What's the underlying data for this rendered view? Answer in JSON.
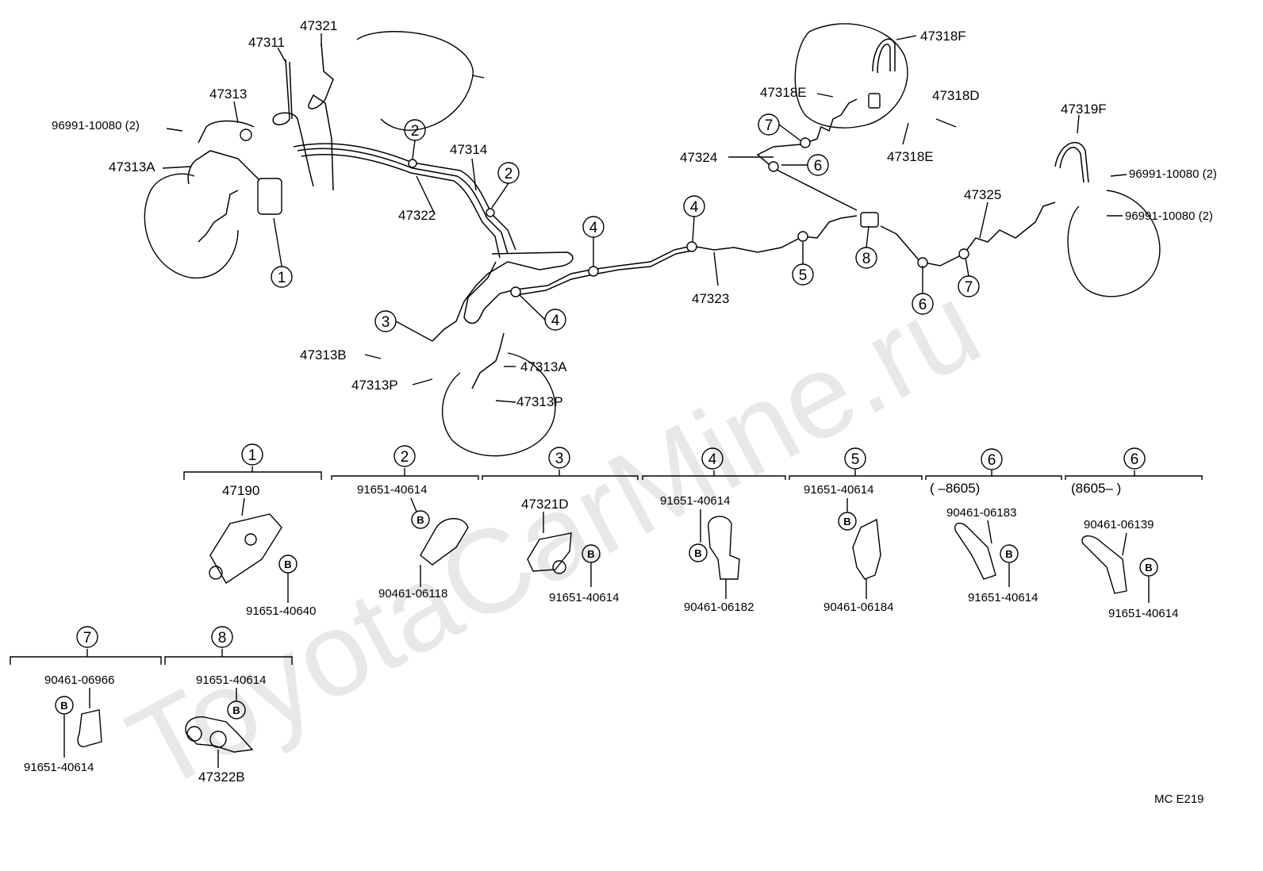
{
  "watermark": "ToyotaCarMine.ru",
  "code": "MC  E219",
  "part_labels": {
    "p47311": "47311",
    "p47321": "47321",
    "p47313": "47313",
    "p96991_l": "96991-10080 (2)",
    "p47313A_l": "47313A",
    "p47322": "47322",
    "p47314": "47314",
    "p47318F": "47318F",
    "p47318E_t": "47318E",
    "p47318D": "47318D",
    "p47318E_b": "47318E",
    "p47319F": "47319F",
    "p47324": "47324",
    "p96991_r1": "96991-10080 (2)",
    "p96991_r2": "96991-10080 (2)",
    "p47325": "47325",
    "p47323": "47323",
    "p47313B": "47313B",
    "p47313P_l": "47313P",
    "p47313A_r": "47313A",
    "p47313P_r": "47313P"
  },
  "callouts": {
    "c1": "1",
    "c2a": "2",
    "c2b": "2",
    "c3": "3",
    "c4a": "4",
    "c4b": "4",
    "c4c": "4",
    "c5": "5",
    "c6a": "6",
    "c6b": "6",
    "c7a": "7",
    "c7b": "7",
    "c8": "8"
  },
  "details": [
    {
      "num": "1",
      "range": "",
      "part": "47190",
      "bolt": "91651-40640",
      "b": "B"
    },
    {
      "num": "2",
      "range": "",
      "part": "90461-06118",
      "bolt": "91651-40614",
      "b": "B"
    },
    {
      "num": "3",
      "range": "",
      "part": "47321D",
      "bolt": "91651-40614",
      "b": "B"
    },
    {
      "num": "4",
      "range": "",
      "part": "90461-06182",
      "bolt": "91651-40614",
      "b": "B"
    },
    {
      "num": "5",
      "range": "",
      "part": "90461-06184",
      "bolt": "91651-40614",
      "b": "B"
    },
    {
      "num": "6",
      "range": "(        –8605)",
      "part": "90461-06183",
      "bolt": "91651-40614",
      "b": "B"
    },
    {
      "num": "6",
      "range": "(8605–          )",
      "part": "90461-06139",
      "bolt": "91651-40614",
      "b": "B"
    },
    {
      "num": "7",
      "range": "",
      "part": "90461-06966",
      "bolt": "91651-40614",
      "b": "B"
    },
    {
      "num": "8",
      "range": "",
      "part": "47322B",
      "bolt": "91651-40614",
      "b": "B"
    }
  ]
}
